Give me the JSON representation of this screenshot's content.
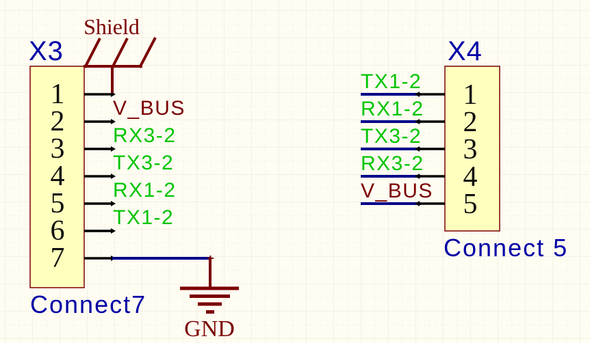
{
  "colors": {
    "background": "#fffcf2",
    "grid_major": "#e7e7db",
    "grid_minor": "#eeeee3",
    "component_fill": "#ffffbe",
    "component_border": "#7b0000",
    "wire_blue": "#00008b",
    "net_label_green": "#00c400",
    "power_net_maroon": "#7b0000",
    "designator_blue": "#0000a6",
    "pin_black": "#101010"
  },
  "x3": {
    "designator": "X3",
    "comment": "Connect7",
    "pin_numbers": [
      "1",
      "2",
      "3",
      "4",
      "5",
      "6",
      "7"
    ],
    "net_labels": [
      "V_BUS",
      "RX3-2",
      "TX3-2",
      "RX1-2",
      "TX1-2"
    ]
  },
  "x4": {
    "designator": "X4",
    "comment": "Connect 5",
    "pin_numbers": [
      "1",
      "2",
      "3",
      "4",
      "5"
    ],
    "net_labels": [
      "TX1-2",
      "RX1-2",
      "TX3-2",
      "RX3-2",
      "V_BUS"
    ]
  },
  "power": {
    "shield_label": "Shield",
    "gnd_label": "GND"
  }
}
